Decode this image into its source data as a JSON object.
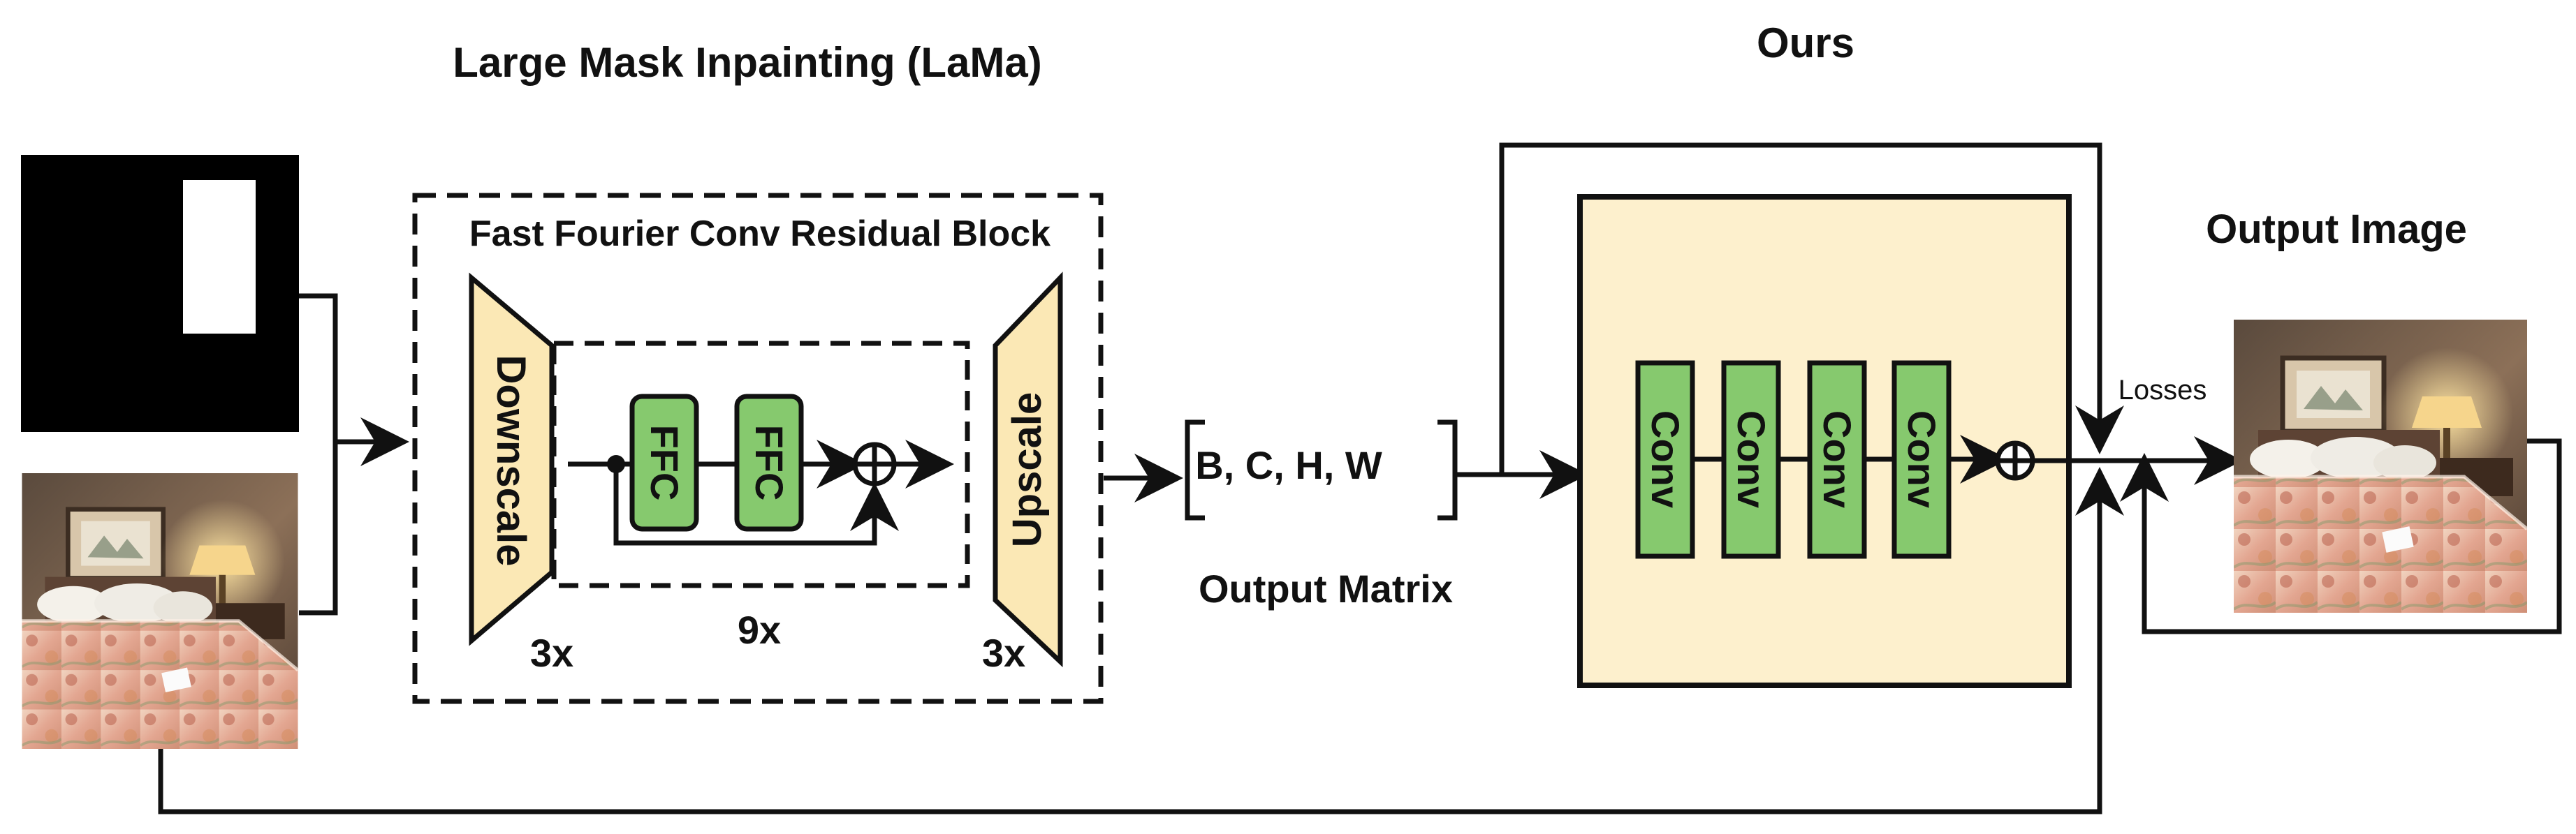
{
  "titles": {
    "lama": "Large Mask Inpainting (LaMa)",
    "ours": "Ours",
    "output_image": "Output Image",
    "ffc_block": "Fast Fourier Conv Residual Block",
    "output_matrix": "Output Matrix",
    "losses": "Losses"
  },
  "blocks": {
    "downscale": "Downscale",
    "upscale": "Upscale",
    "ffc_1": "FFC",
    "ffc_2": "FFC",
    "conv_1": "Conv",
    "conv_2": "Conv",
    "conv_3": "Conv",
    "conv_4": "Conv"
  },
  "multipliers": {
    "downscale": "3x",
    "ffc": "9x",
    "upscale": "3x"
  },
  "matrix": {
    "dims": "B, C, H, W"
  },
  "colors": {
    "trapezoid_fill": "#fbe8b5",
    "ours_fill": "#fdf0cd",
    "ffc_fill": "#86c96e",
    "conv_fill": "#86c96e",
    "line": "#111111"
  }
}
